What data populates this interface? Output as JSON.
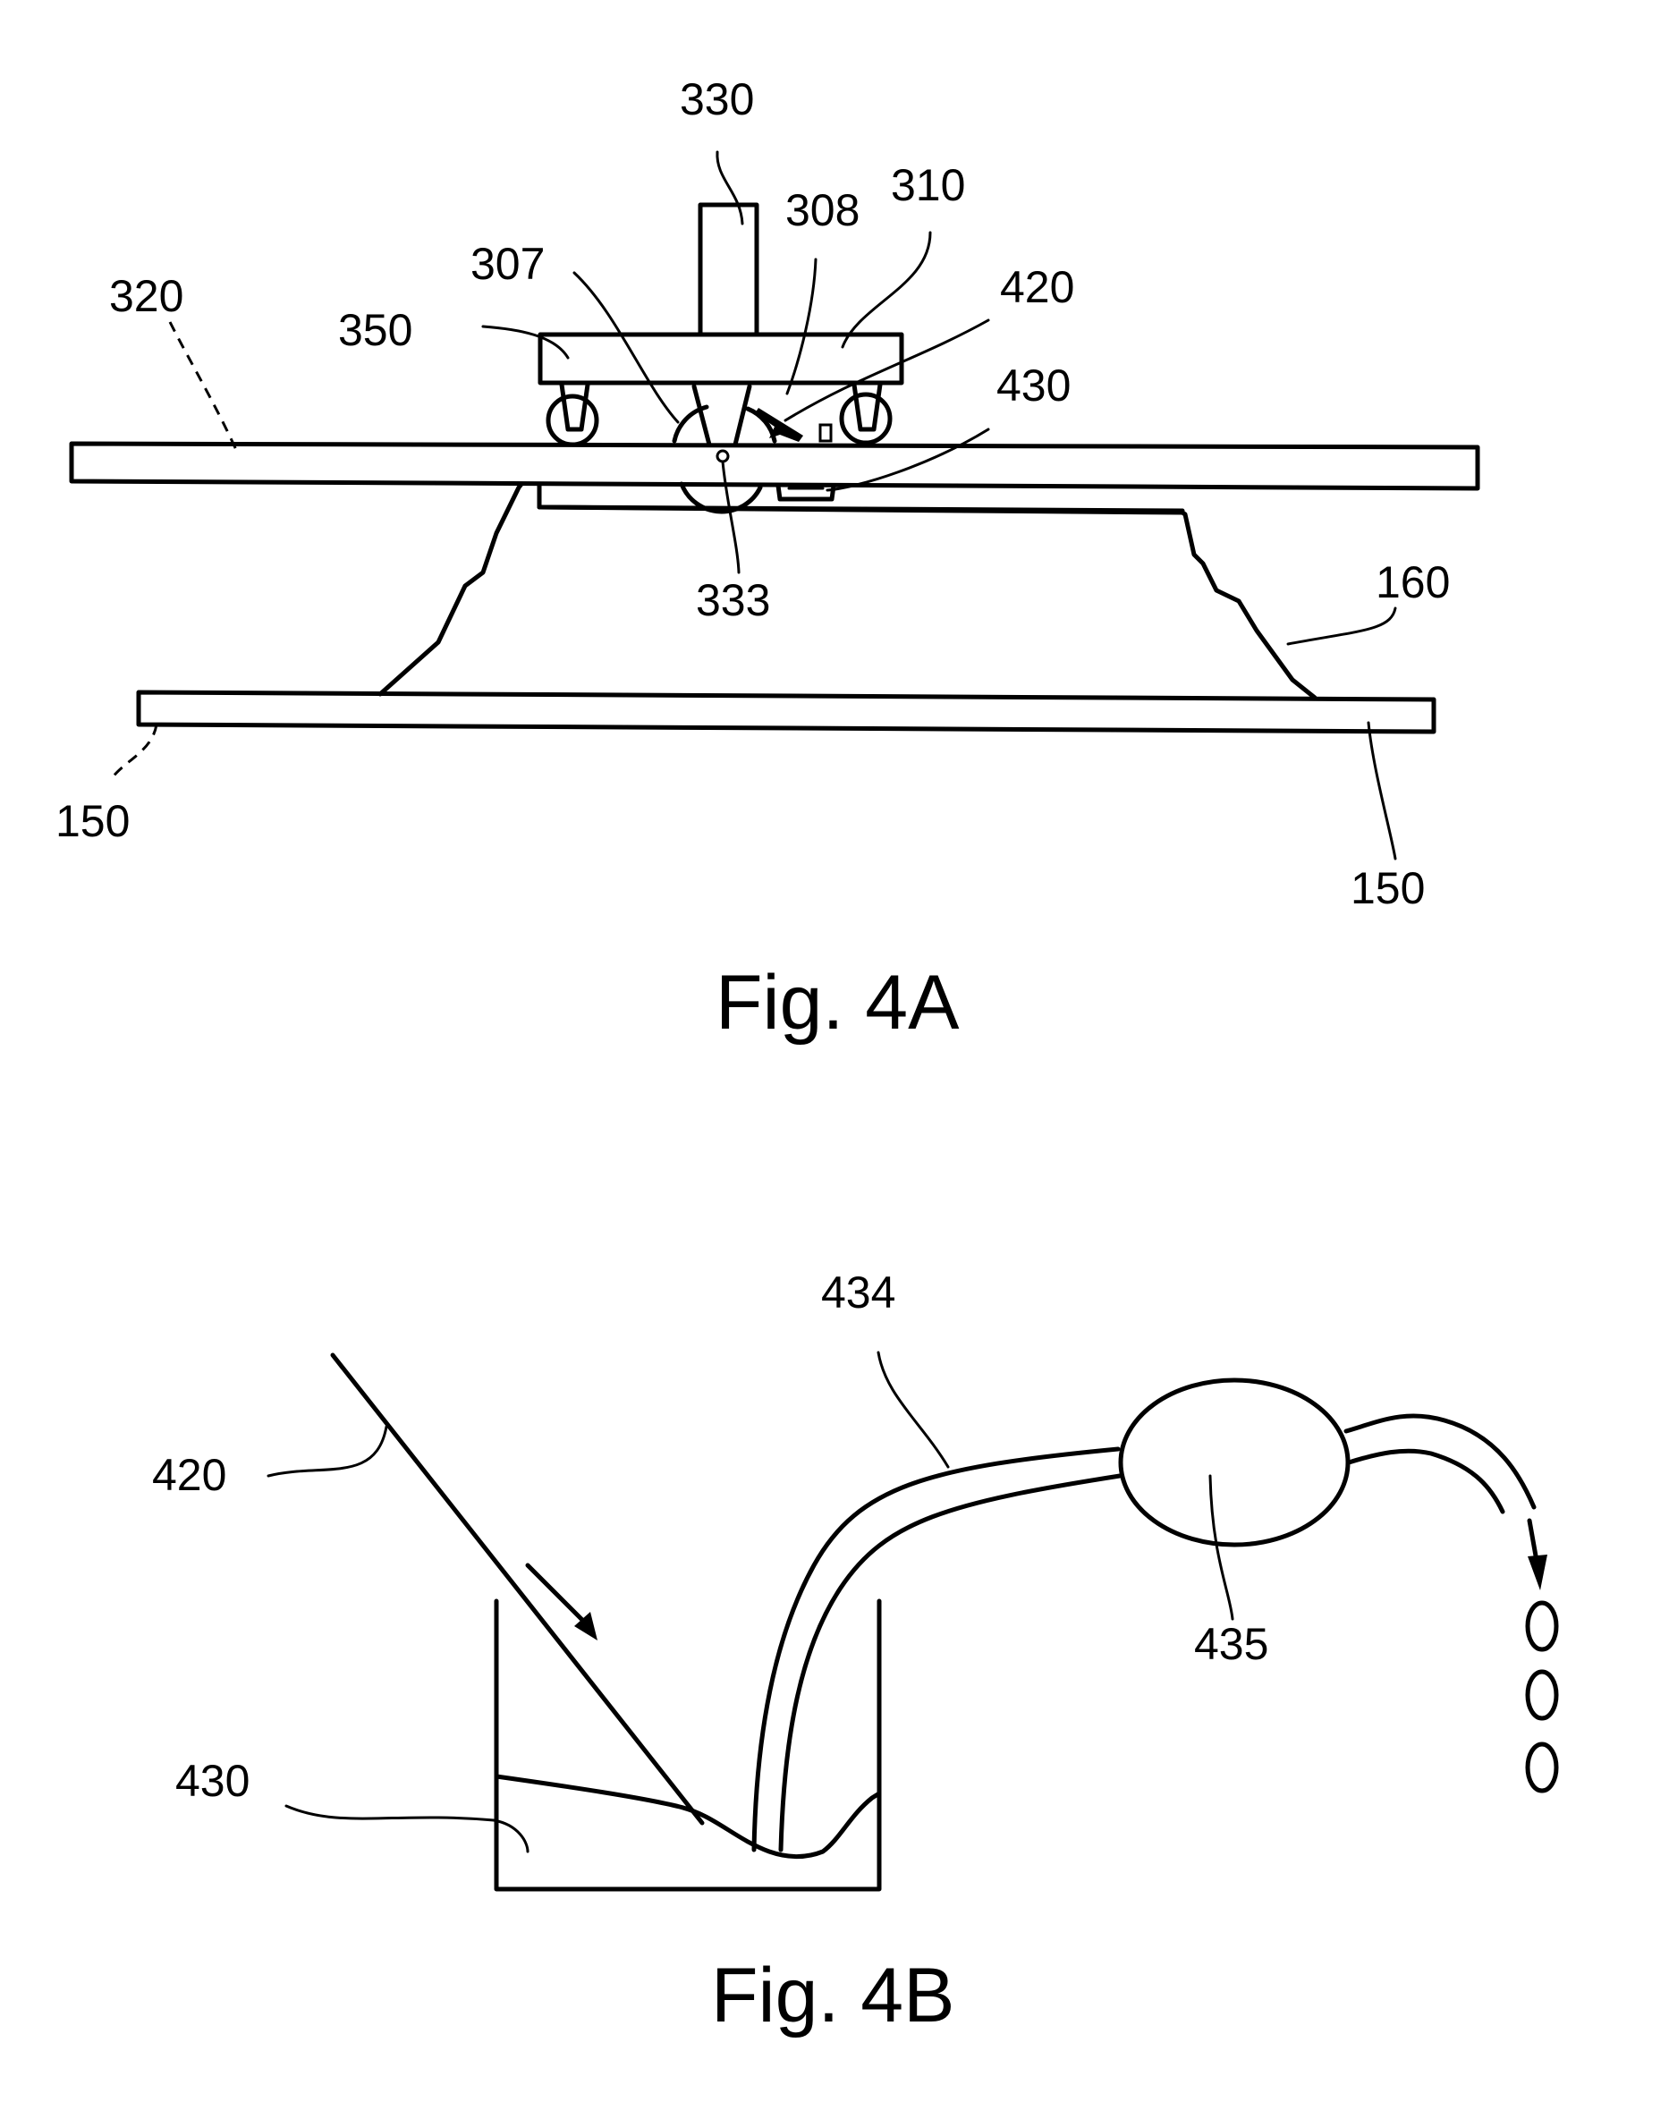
{
  "figures": [
    {
      "caption": "Fig. 4A",
      "labels": {
        "l330": "330",
        "l308": "308",
        "l310": "310",
        "l307": "307",
        "l320": "320",
        "l350": "350",
        "l420": "420",
        "l430": "430",
        "l333": "333",
        "l160": "160",
        "l150_left": "150",
        "l150_right": "150"
      }
    },
    {
      "caption": "Fig. 4B",
      "labels": {
        "l434": "434",
        "l420": "420",
        "l435": "435",
        "l430": "430"
      }
    }
  ]
}
